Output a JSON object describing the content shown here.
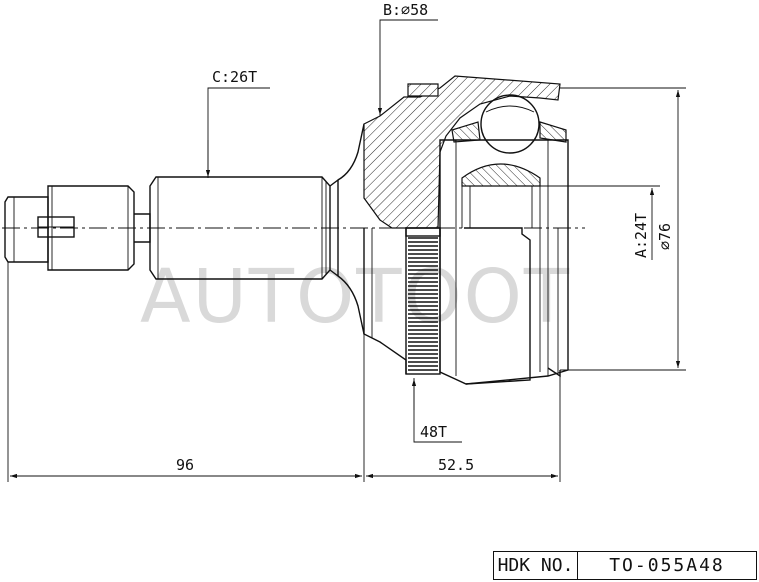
{
  "watermark": "AUTOTOOT",
  "annotations": {
    "spline_outer": "C:26T",
    "bell_diameter": "B:⌀58",
    "spline_inner": "A:24T",
    "outer_diameter": "⌀76",
    "abs_ring": "48T",
    "length_shaft": "96",
    "length_bell": "52.5"
  },
  "title_block": {
    "label": "HDK NO.",
    "value": "TO-055A48"
  }
}
